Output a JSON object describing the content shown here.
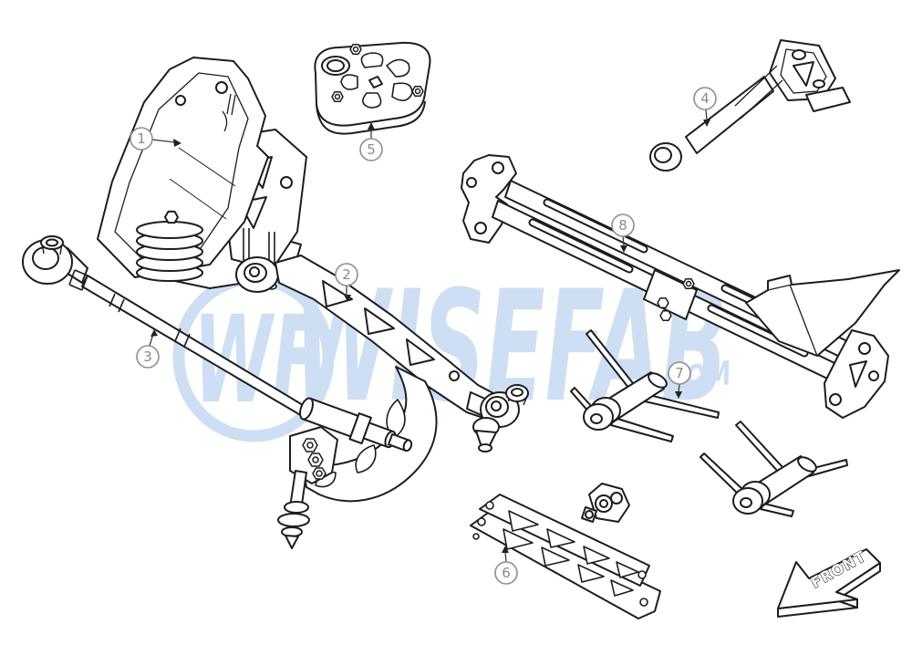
{
  "figure": {
    "kind": "exploded-parts-diagram",
    "background_color": "#ffffff",
    "line_color": "#1d1d1d",
    "callout_ring_color": "#8f8f8f",
    "callout_number_color": "#8a8a8a",
    "leader_color": "#3a3a3a",
    "watermark_color": "#cfdff3"
  },
  "callouts": [
    "1",
    "2",
    "3",
    "4",
    "5",
    "6",
    "7",
    "8"
  ],
  "watermark": {
    "monogram": "WF",
    "name": "WISEFAB",
    "tld": ".COM"
  },
  "front_arrow": {
    "label": "FRONT"
  }
}
